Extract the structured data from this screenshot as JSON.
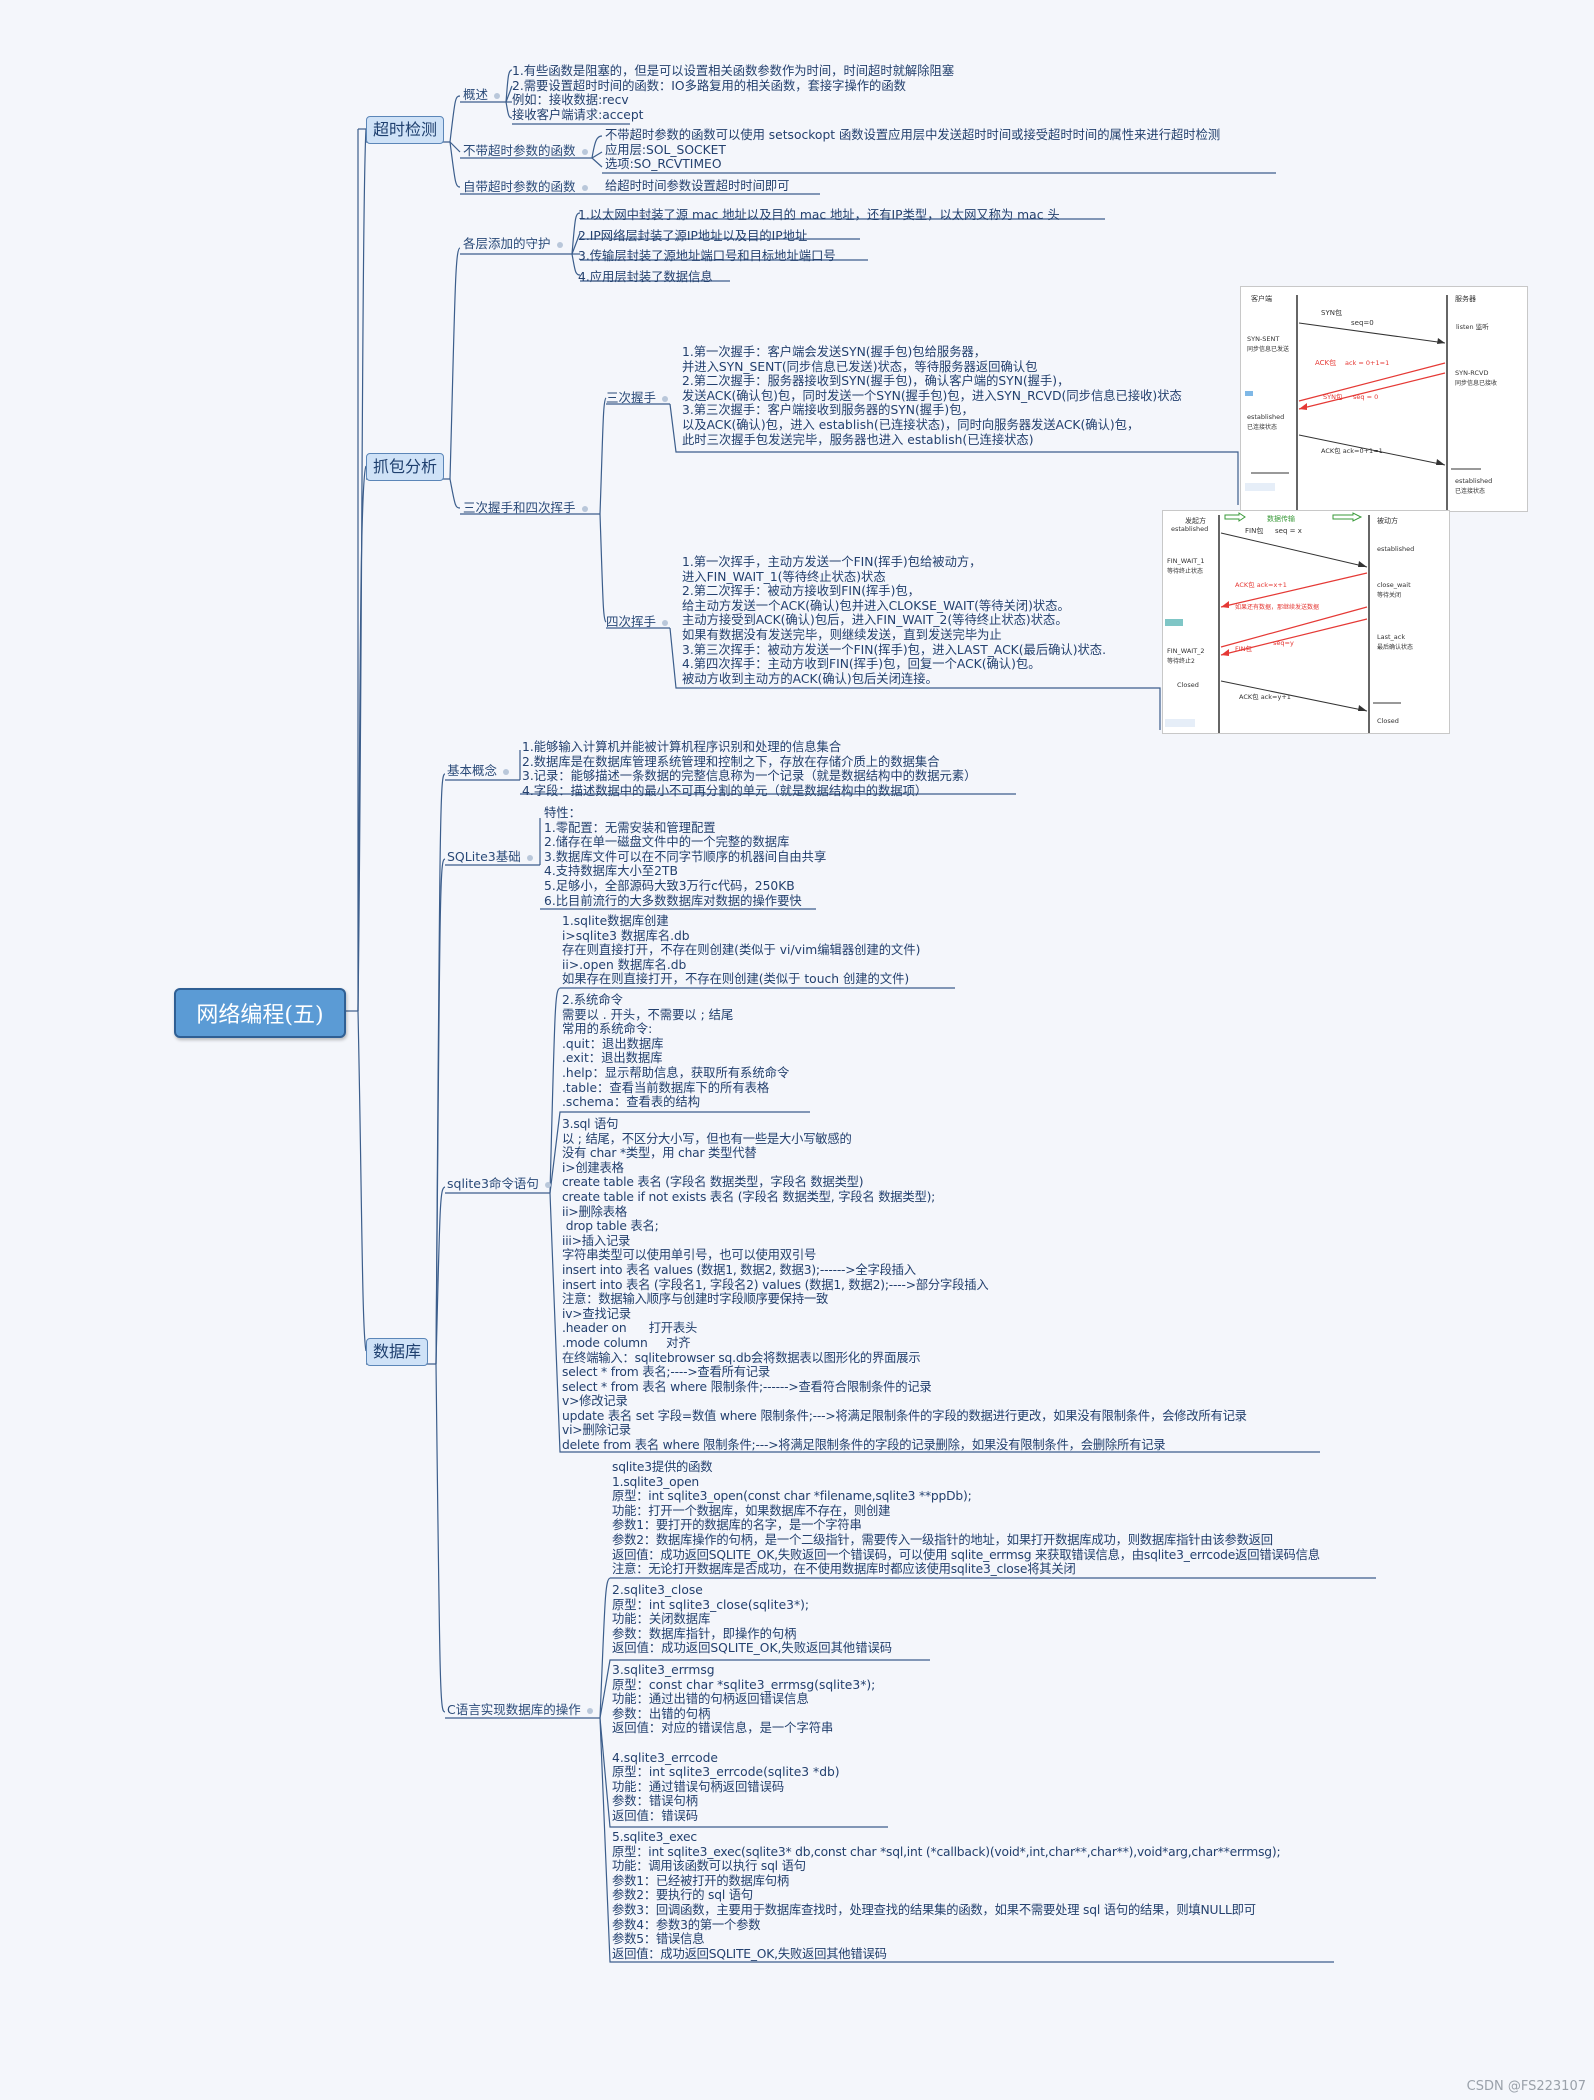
{
  "root": "网络编程(五)",
  "timeout": {
    "title": "超时检测",
    "overview": {
      "label": "概述",
      "lines": [
        "1.有些函数是阻塞的，但是可以设置相关函数参数作为时间，时间超时就解除阻塞",
        "2.需要设置超时时间的函数：IO多路复用的相关函数，套接字操作的函数",
        "例如：接收数据:recv",
        "接收客户端请求:accept"
      ]
    },
    "no_param": {
      "label": "不带超时参数的函数",
      "lines": [
        "不带超时参数的函数可以使用 setsockopt 函数设置应用层中发送超时时间或接受超时时间的属性来进行超时检测",
        "应用层:SOL_SOCKET",
        "选项:SO_RCVTIMEO"
      ]
    },
    "with_param": {
      "label": "自带超时参数的函数",
      "lines": [
        "给超时时间参数设置超时时间即可"
      ]
    }
  },
  "capture": {
    "title": "抓包分析",
    "layers": {
      "label": "各层添加的守护",
      "lines": [
        "1.以太网中封装了源 mac 地址以及目的 mac 地址，还有IP类型，以太网又称为 mac 头",
        "2.IP网络层封装了源IP地址以及目的IP地址",
        "3.传输层封装了源地址端口号和目标地址端口号",
        "4.应用层封装了数据信息"
      ]
    },
    "handshake": {
      "label": "三次握手和四次挥手",
      "three": {
        "label": "三次握手",
        "lines": [
          "1.第一次握手：客户端会发送SYN(握手包)包给服务器，",
          "并进入SYN_SENT(同步信息已发送)状态，等待服务器返回确认包",
          "2.第二次握手：服务器接收到SYN(握手包)，确认客户端的SYN(握手)，",
          "发送ACK(确认包)包，同时发送一个SYN(握手包)包，进入SYN_RCVD(同步信息已接收)状态",
          "3.第三次握手：客户端接收到服务器的SYN(握手)包，",
          "以及ACK(确认)包，进入 establish(已连接状态)，同时向服务器发送ACK(确认)包，",
          "此时三次握手包发送完毕，服务器也进入 establish(已连接状态)"
        ]
      },
      "four": {
        "label": "四次挥手",
        "lines": [
          "1.第一次挥手，主动方发送一个FIN(挥手)包给被动方，",
          "进入FIN_WAIT_1(等待终止状态)状态",
          "2.第二次挥手：被动方接收到FIN(挥手)包，",
          "给主动方发送一个ACK(确认)包并进入CLOKSE_WAIT(等待关闭)状态。",
          "主动方接受到ACK(确认)包后，进入FIN_WAIT_2(等待终止状态)状态。",
          "如果有数据没有发送完毕，则继续发送，直到发送完毕为止",
          "3.第三次挥手：被动方发送一个FIN(挥手)包，进入LAST_ACK(最后确认)状态.",
          "4.第四次挥手：主动方收到FIN(挥手)包，回复一个ACK(确认)包。",
          "被动方收到主动方的ACK(确认)包后关闭连接。"
        ]
      }
    },
    "fig1": {
      "client": "客户端",
      "server": "服务器",
      "syn": "SYN包",
      "seq0": "seq=0",
      "listen": "listen 监听",
      "syn_sent": "SYN-SENT",
      "syn_sent_cn": "同步信息已发送",
      "ackpkt": "ACK包",
      "ack1": "ack = 0+1=1",
      "syn_rcvd": "SYN-RCVD",
      "syn_rcvd_cn": "同步信息已接收",
      "synpkt": "SYN包",
      "seq_b": "seq = 0",
      "est": "established",
      "est_cn": "已连接状态",
      "ack2": "ACK包  ack=0+1=1",
      "est2": "established",
      "est2_cn": "已连接状态"
    },
    "fig2": {
      "active": "发起方",
      "passive": "被动方",
      "transfer": "数据传输",
      "est_a": "established",
      "fin": "FIN包",
      "seqx": "seq = x",
      "est_p": "established",
      "fw1": "FIN_WAIT_1",
      "fw1_cn": "等待终止状态",
      "ackx": "ACK包  ack=x+1",
      "close_wait": "close_wait",
      "close_wait_cn": "等待关闭",
      "more": "如果还有数据，那继续发送数据",
      "fin2": "FIN包",
      "seqy": "seq=y",
      "last_ack": "Last_ack",
      "last_ack_cn": "最后确认状态",
      "fw2": "FIN_WAIT_2",
      "fw2_cn": "等待终止2",
      "closed_a": "Closed",
      "acky": "ACK包  ack=y+1",
      "closed_p": "Closed"
    }
  },
  "db": {
    "title": "数据库",
    "basic": {
      "label": "基本概念",
      "lines": [
        "1.能够输入计算机并能被计算机程序识别和处理的信息集合",
        "2.数据库是在数据库管理系统管理和控制之下，存放在存储介质上的数据集合",
        "3.记录：能够描述一条数据的完整信息称为一个记录（就是数据结构中的数据元素）",
        "4.字段：描述数据中的最小不可再分割的单元（就是数据结构中的数据项）"
      ]
    },
    "sqlite": {
      "label": "SQLite3基础",
      "lines": [
        "特性：",
        "1.零配置：无需安装和管理配置",
        "2.储存在单一磁盘文件中的一个完整的数据库",
        "3.数据库文件可以在不同字节顺序的机器间自由共享",
        "4.支持数据库大小至2TB",
        "5.足够小，全部源码大致3万行c代码，250KB",
        "6.比目前流行的大多数数据库对数据的操作要快"
      ]
    },
    "cmd": {
      "label": "sqlite3命令语句",
      "b1": [
        "1.sqlite数据库创建",
        "i>sqlite3 数据库名.db",
        "存在则直接打开，不存在则创建(类似于 vi/vim编辑器创建的文件)",
        "ii>.open 数据库名.db",
        "如果存在则直接打开，不存在则创建(类似于 touch 创建的文件)"
      ],
      "b2": [
        "2.系统命令",
        "需要以 . 开头，不需要以 ; 结尾",
        "常用的系统命令:",
        ".quit：退出数据库",
        ".exit：退出数据库",
        ".help：显示帮助信息，获取所有系统命令",
        ".table：查看当前数据库下的所有表格",
        ".schema：查看表的结构"
      ],
      "b3": [
        "3.sql 语句",
        "以 ; 结尾，不区分大小写，但也有一些是大小写敏感的",
        "没有 char *类型，用 char 类型代替",
        "i>创建表格",
        "create table 表名 (字段名 数据类型，字段名 数据类型)",
        "create table if not exists 表名 (字段名 数据类型, 字段名 数据类型);",
        "ii>删除表格",
        " drop table 表名;",
        "iii>插入记录",
        "字符串类型可以使用单引号，也可以使用双引号",
        "insert into 表名 values (数据1, 数据2, 数据3);------>全字段插入",
        "insert into 表名 (字段名1, 字段名2) values (数据1, 数据2);---->部分字段插入",
        "注意：数据输入顺序与创建时字段顺序要保持一致",
        "iv>查找记录",
        ".header on      打开表头",
        ".mode column     对齐",
        "在终端输入：sqlitebrowser sq.db会将数据表以图形化的界面展示",
        "select * from 表名;---->查看所有记录",
        "select * from 表名 where 限制条件;------>查看符合限制条件的记录",
        "v>修改记录",
        "update 表名 set 字段=数值 where 限制条件;--->将满足限制条件的字段的数据进行更改，如果没有限制条件，会修改所有记录",
        "vi>删除记录",
        "delete from 表名 where 限制条件;--->将满足限制条件的字段的记录删除，如果没有限制条件，会删除所有记录"
      ]
    },
    "c_api": {
      "label": "C语言实现数据库的操作",
      "b1": [
        "sqlite3提供的函数",
        "1.sqlite3_open",
        "原型：int sqlite3_open(const char *filename,sqlite3 **ppDb);",
        "功能：打开一个数据库，如果数据库不存在，则创建",
        "参数1：要打开的数据库的名字，是一个字符串",
        "参数2：数据库操作的句柄，是一个二级指针，需要传入一级指针的地址，如果打开数据库成功，则数据库指针由该参数返回",
        "返回值：成功返回SQLITE_OK,失败返回一个错误码，可以使用 sqlite_errmsg 来获取错误信息，由sqlite3_errcode返回错误码信息",
        "注意：无论打开数据库是否成功，在不使用数据库时都应该使用sqlite3_close将其关闭"
      ],
      "b2": [
        "2.sqlite3_close",
        "原型：int sqlite3_close(sqlite3*);",
        "功能：关闭数据库",
        "参数：数据库指针，即操作的句柄",
        "返回值：成功返回SQLITE_OK,失败返回其他错误码"
      ],
      "b3": [
        "3.sqlite3_errmsg",
        "原型：const char *sqlite3_errmsg(sqlite3*);",
        "功能：通过出错的句柄返回错误信息",
        "参数：出错的句柄",
        "返回值：对应的错误信息，是一个字符串",
        "",
        "4.sqlite3_errcode",
        "原型：int sqlite3_errcode(sqlite3 *db)",
        "功能：通过错误句柄返回错误码",
        "参数：错误句柄",
        "返回值：错误码"
      ],
      "b4": [
        "5.sqlite3_exec",
        "原型：int sqlite3_exec(sqlite3* db,const char *sql,int (*callback)(void*,int,char**,char**),void*arg,char**errmsg);",
        "功能：调用该函数可以执行 sql 语句",
        "参数1：已经被打开的数据库句柄",
        "参数2：要执行的 sql 语句",
        "参数3：回调函数，主要用于数据库查找时，处理查找的结果集的函数，如果不需要处理 sql 语句的结果，则填NULL即可",
        "参数4：参数3的第一个参数",
        "参数5：错误信息",
        "返回值：成功返回SQLITE_OK,失败返回其他错误码"
      ]
    }
  },
  "watermark": "CSDN @FS223107",
  "colors": {
    "root_bg": "#5b9bd5",
    "main_bg": "#cfe2f7",
    "line": "#3c5e8c",
    "arrow_red": "#e53935"
  }
}
